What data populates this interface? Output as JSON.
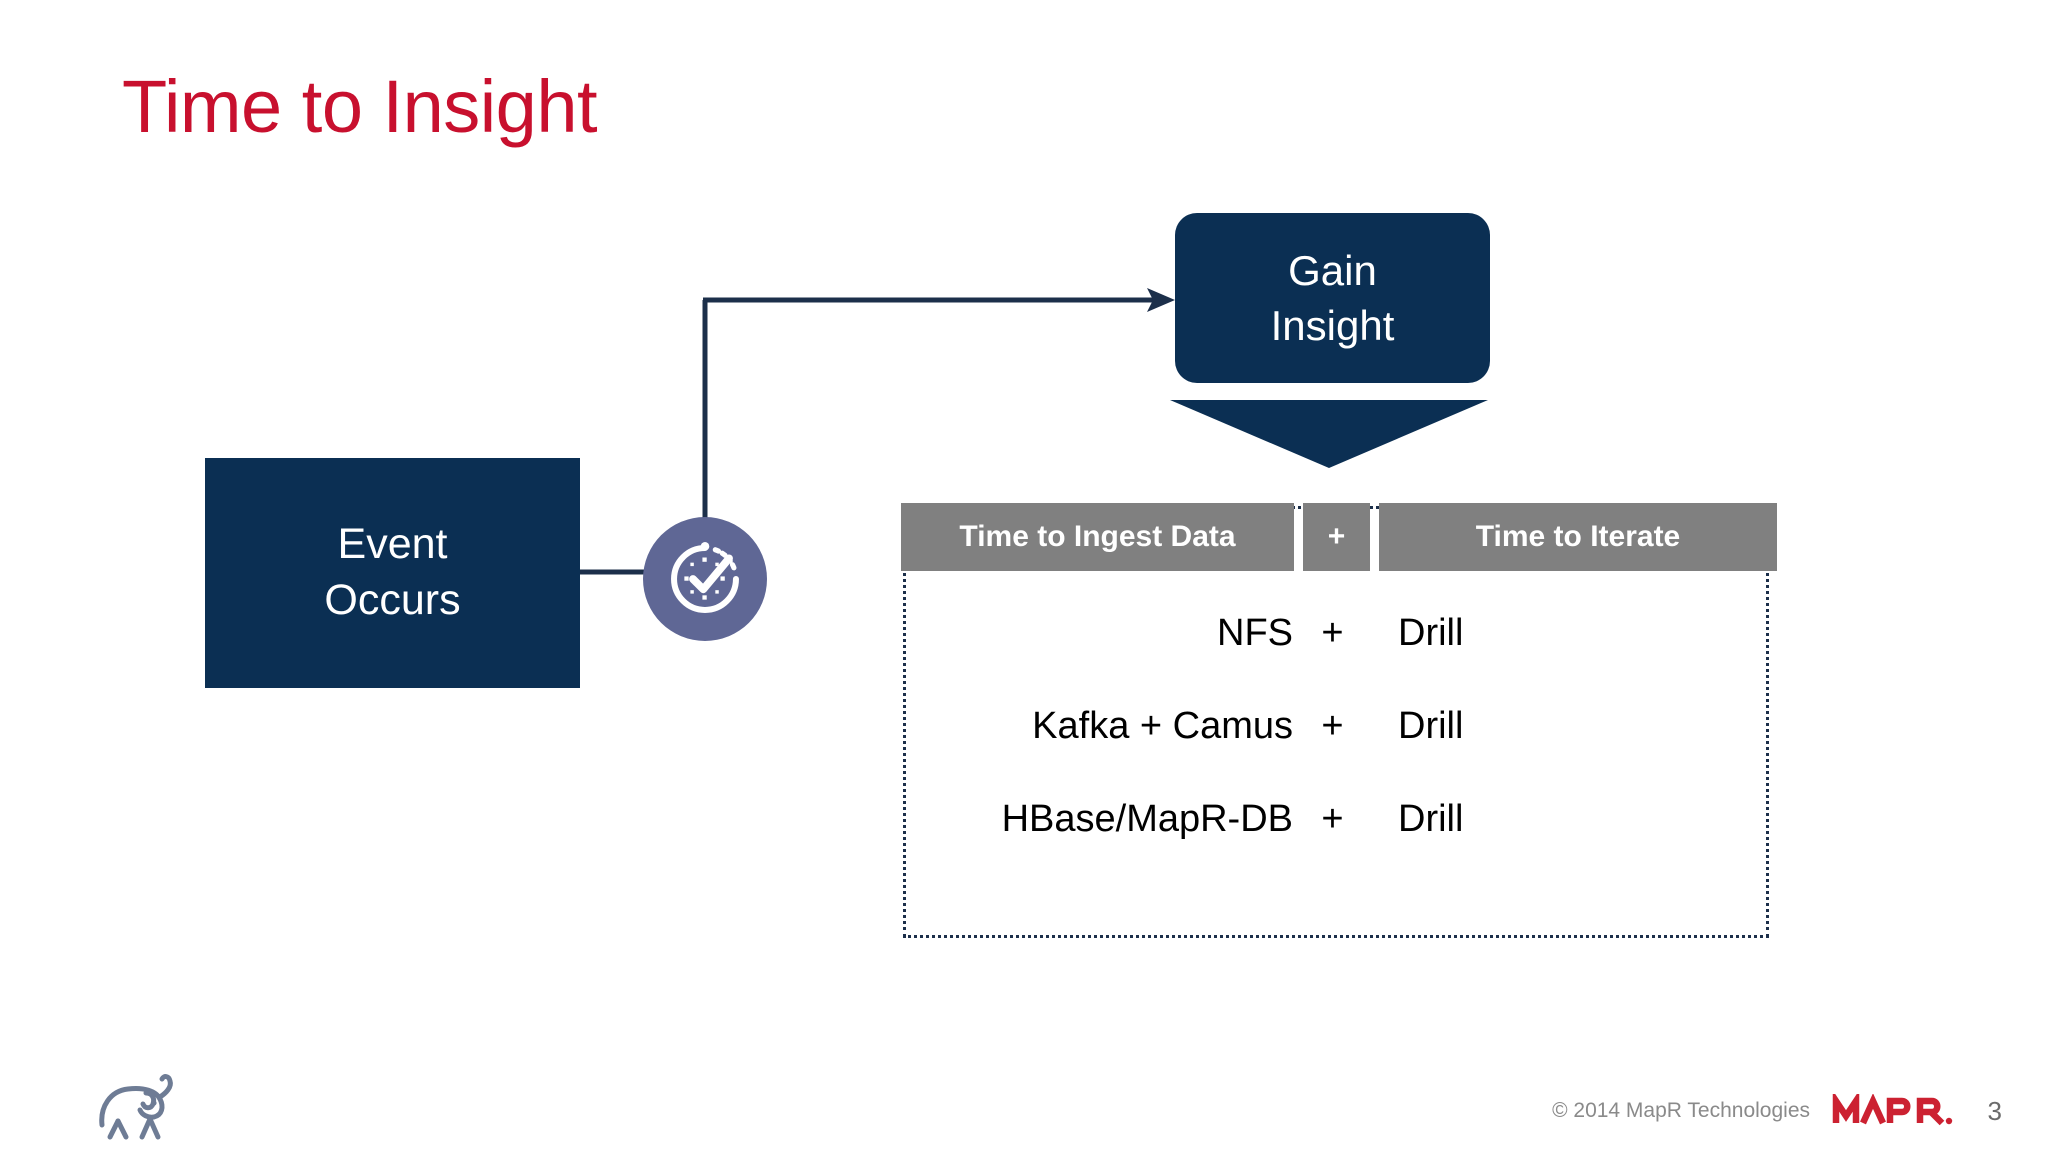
{
  "slide": {
    "title": "Time to Insight",
    "title_color": "#c8102e",
    "background": "#ffffff"
  },
  "diagram": {
    "event_box": {
      "line1": "Event",
      "line2": "Occurs",
      "fill": "#0b2f53",
      "text_color": "#ffffff"
    },
    "clock_badge": {
      "icon": "stopwatch-icon",
      "circle_color": "#5f6795",
      "glyph_color": "#ffffff"
    },
    "gain_box": {
      "line1": "Gain",
      "line2": "Insight",
      "fill": "#0b2f53",
      "text_color": "#ffffff"
    },
    "connector": {
      "icon": "arrow-right-icon",
      "color": "#1c2f4a"
    },
    "down_arrow": {
      "icon": "arrow-down-icon",
      "color": "#0b2f53"
    }
  },
  "equation": {
    "border_color": "#1c2f4a",
    "header_fill": "#808080",
    "header": {
      "ingest": "Time to Ingest Data",
      "operator": "+",
      "iterate": "Time to Iterate"
    },
    "rows": [
      {
        "ingest": "NFS",
        "operator": "+",
        "iterate": "Drill"
      },
      {
        "ingest": "Kafka + Camus",
        "operator": "+",
        "iterate": "Drill"
      },
      {
        "ingest": "HBase/MapR-DB",
        "operator": "+",
        "iterate": "Drill"
      }
    ]
  },
  "footer": {
    "hadoop_icon": "hadoop-elephant-icon",
    "copyright": "© 2014 MapR Technologies",
    "brand_logo": "mapr-logo",
    "brand_color": "#cc2131",
    "page_number": "3"
  }
}
